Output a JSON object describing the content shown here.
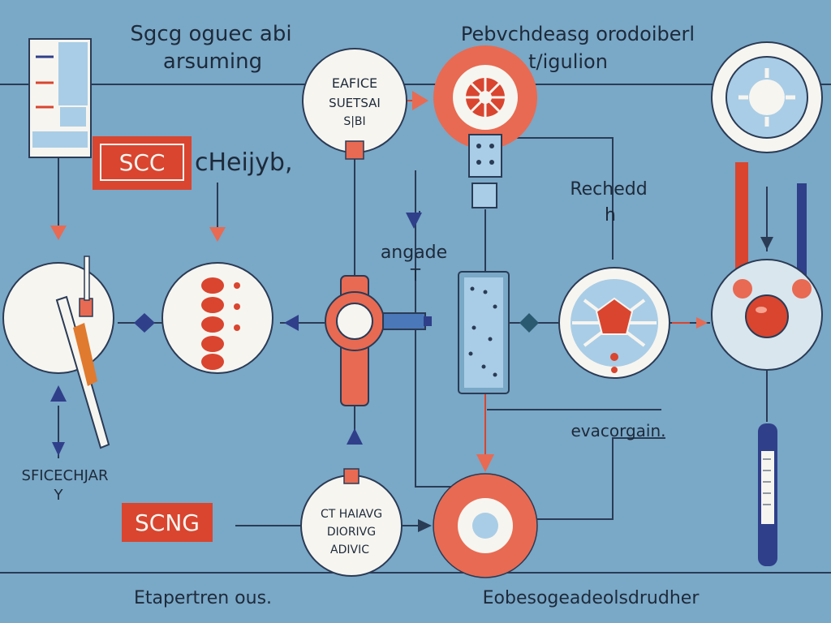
{
  "colors": {
    "background": "#7aa8c7",
    "coral": "#e86a52",
    "red": "#d9452f",
    "navy": "#2f3f8a",
    "ink": "#1d2a3a",
    "white": "#f7f5f0",
    "light_blue": "#a9cde6",
    "orange": "#e07a2e"
  },
  "labels": {
    "top_left_line1": "Sgcg oguec abi",
    "top_left_line2": "arsuming",
    "top_center_line1": "Pebvchdeasg orodoiberl",
    "top_center_line2": "t/igulion",
    "scc_tag": "SCC",
    "heijyb": "cHeijyb,",
    "circle_eafice_1": "EAFICE",
    "circle_eafice_2": "SUETSAI",
    "circle_eafice_3": "S|BI",
    "angade": "angade",
    "angade_sub": "T",
    "rechedd": "Rechedd",
    "rechedd_sub": "h",
    "bottom_left_1": "SFICECHJAR",
    "bottom_left_2": "Y",
    "scng_tag": "SCNG",
    "circle_ct_1": "CT HAIAVG",
    "circle_ct_2": "DIORIVG",
    "circle_ct_3": "ADIVIC",
    "evacorgain": "evacorgain.",
    "footer_left": "Etapertren ous.",
    "footer_right": "Eobesogeadeolsdrudher"
  }
}
